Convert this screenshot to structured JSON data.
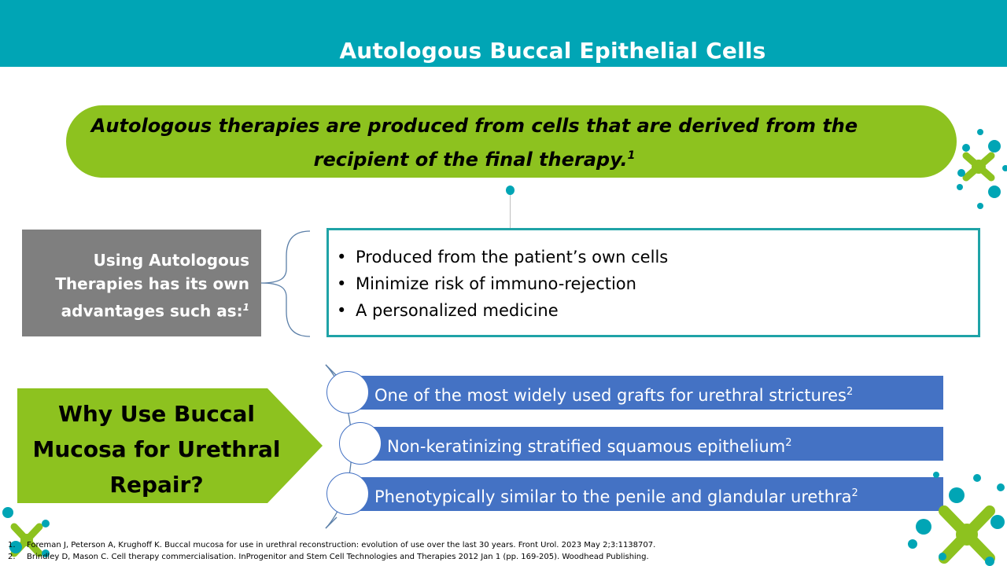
{
  "slide": {
    "title": "Autologous Buccal Epithelial Cells",
    "definition": {
      "text": "Autologous therapies are produced from cells that are derived from the recipient of the final therapy.",
      "ref": "1"
    },
    "advantages": {
      "label": "Using Autologous Therapies has its own advantages such as:",
      "label_ref": "1",
      "items": [
        "Produced from the patient’s own cells",
        "Minimize risk of immuno-rejection",
        "A personalized medicine"
      ]
    },
    "why": {
      "heading": "Why Use Buccal Mucosa for Urethral Repair?",
      "reasons": [
        {
          "text": "One of the most widely used grafts for urethral strictures",
          "ref": "2"
        },
        {
          "text": "Non-keratinizing stratified squamous epithelium",
          "ref": "2"
        },
        {
          "text": "Phenotypically similar to the penile and glandular urethra",
          "ref": "2"
        }
      ]
    },
    "references": [
      {
        "num": "1.",
        "text": "Foreman J, Peterson A, Krughoff K. Buccal mucosa for use in urethral reconstruction: evolution of use over the last 30 years. Front Urol. 2023 May 2;3:1138707."
      },
      {
        "num": "2.",
        "text": "Brindley D, Mason C. Cell therapy commercialisation. InProgenitor and Stem Cell Technologies and Therapies 2012 Jan 1 (pp. 169-205). Woodhead Publishing."
      }
    ],
    "colors": {
      "header": "#00a5b5",
      "accent_green": "#8dc21f",
      "label_gray": "#7f7f7f",
      "box_border": "#1fa3a7",
      "reason_blue": "#4472c4"
    },
    "icons": [
      "molecule-decoration-icon"
    ]
  }
}
